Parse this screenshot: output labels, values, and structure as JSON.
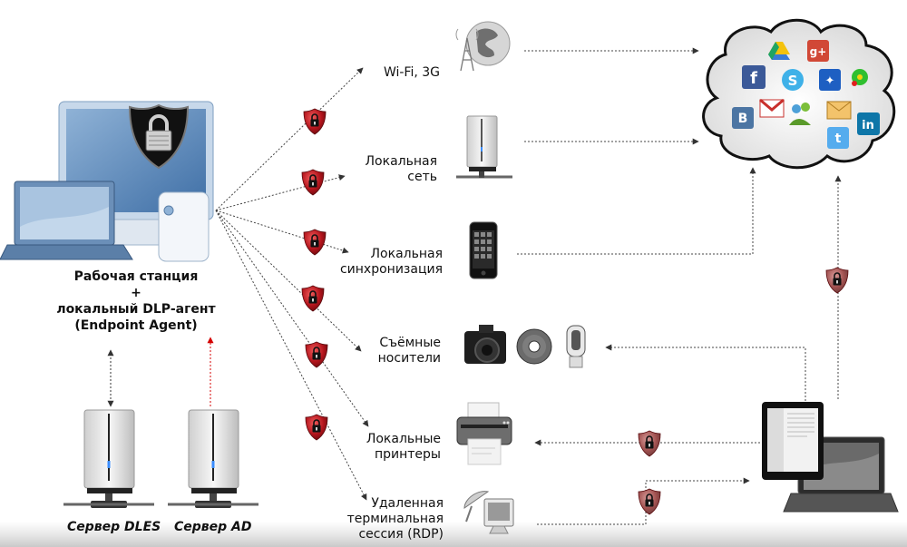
{
  "workstation": {
    "caption_line1": "Рабочая станция",
    "caption_line2": "+",
    "caption_line3": "локальный DLP-агент",
    "caption_line4": "(Endpoint Agent)"
  },
  "servers": [
    {
      "label": "Сервер DLES",
      "link": "bidirectional",
      "link_color": "#333333"
    },
    {
      "label": "Сервер AD",
      "link": "to-workstation",
      "link_color": "#d40000"
    }
  ],
  "channels": [
    {
      "id": "wifi",
      "lines": [
        "Wi-Fi, 3G"
      ],
      "device_icon": "globe-tower-icon",
      "protected": true
    },
    {
      "id": "lan",
      "lines": [
        "Локальная",
        "сеть"
      ],
      "device_icon": "server-icon",
      "protected": true
    },
    {
      "id": "sync",
      "lines": [
        "Локальная",
        "синхронизация"
      ],
      "device_icon": "smartphone-icon",
      "protected": true
    },
    {
      "id": "removable",
      "lines": [
        "Съёмные",
        "носители"
      ],
      "device_icon": "camera-cd-usb-icon",
      "protected": true
    },
    {
      "id": "printers",
      "lines": [
        "Локальные",
        "принтеры"
      ],
      "device_icon": "printer-icon",
      "protected": true
    },
    {
      "id": "rdp",
      "lines": [
        "Удаленная",
        "терминальная",
        "сессия (RDP)"
      ],
      "device_icon": "remote-terminal-icon",
      "protected": true
    }
  ],
  "cloud": {
    "services": [
      "google-drive",
      "google-plus",
      "facebook",
      "skype",
      "dropbox",
      "icq",
      "vkontakte",
      "gmail",
      "windows-live-messenger",
      "email",
      "linkedin",
      "twitter"
    ]
  },
  "mobile_devices": {
    "icons": [
      "tablet-icon",
      "laptop-icon"
    ]
  },
  "colors": {
    "shield_red": "#b3141c",
    "shield_faded": "#a0504f",
    "line": "#444444",
    "text": "#111111"
  }
}
